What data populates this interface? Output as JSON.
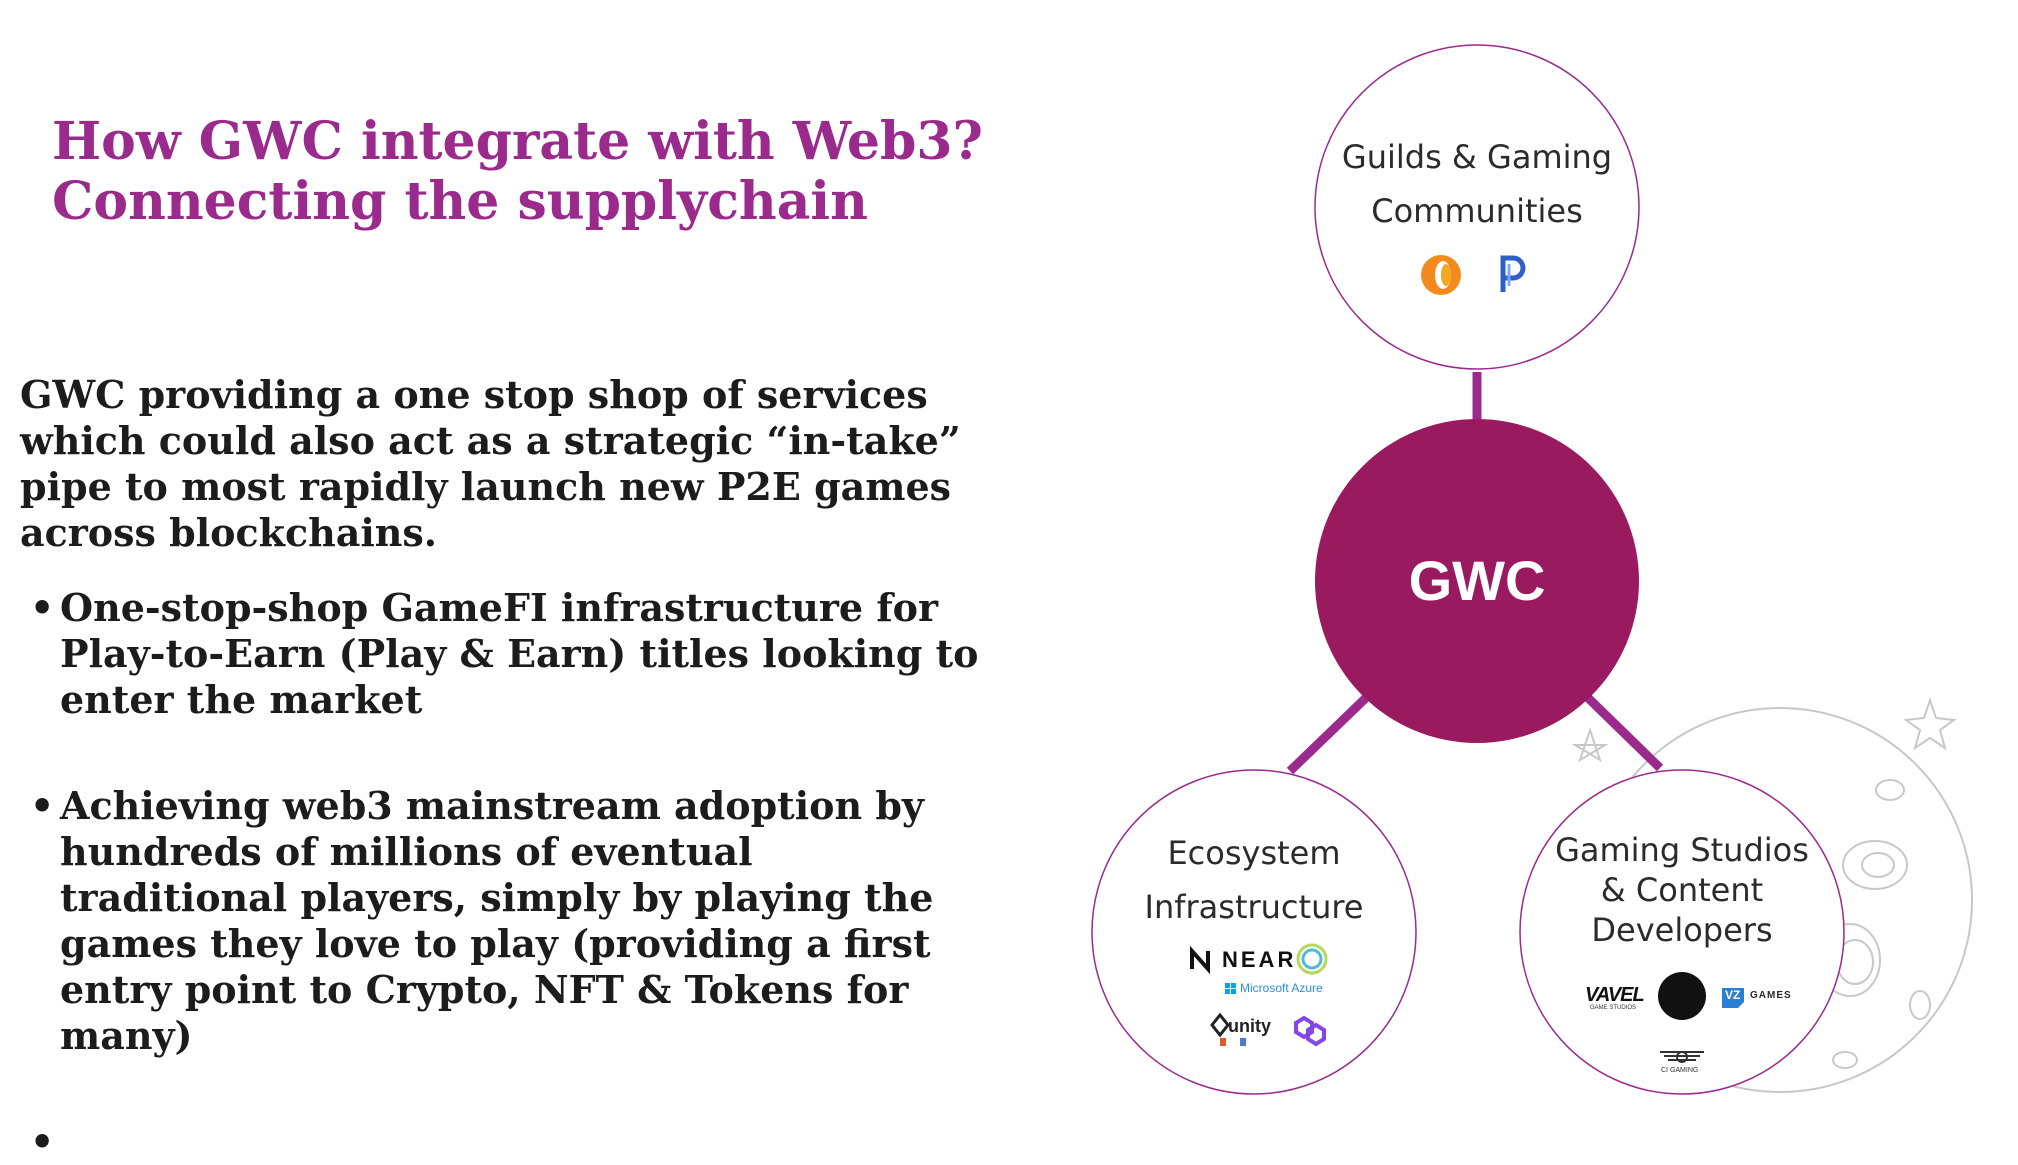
{
  "slide": {
    "title_line1": "How GWC integrate with Web3?",
    "title_line2": "Connecting the supplychain",
    "intro": "GWC providing a one stop shop of services which could also act as a strategic “in-take” pipe to most rapidly launch new P2E games across blockchains.",
    "bullets": [
      "One-stop-shop GameFI infrastructure for Play-to-Earn (Play & Earn) titles looking to enter the market",
      "Achieving web3 mainstream adoption by hundreds of millions of eventual traditional players, simply by playing the games they love to play (providing a first entry point to Crypto, NFT & Tokens for many)",
      ""
    ],
    "bullet_char": "•"
  },
  "diagram": {
    "center": {
      "label": "GWC",
      "color": "#9a1a5f"
    },
    "accent_color": "#9b2a8d",
    "nodes": {
      "top": {
        "line1": "Guilds & Gaming",
        "line2": "Communities",
        "logos": [
          "orange-guild-logo",
          "blue-p-logo"
        ]
      },
      "left": {
        "line1": "Ecosystem",
        "line2": "Infrastructure",
        "logos": [
          "NEAR",
          "Microsoft Azure",
          "unity",
          "polygon-logo",
          "celo-ring-logo"
        ]
      },
      "right": {
        "line1": "Gaming Studios",
        "line2": "& Content",
        "line3": "Developers",
        "logos": [
          "VAVEL",
          "AIR-BOTS",
          "GAMES",
          "CI GAMING"
        ]
      }
    },
    "logo_text": {
      "near": "NEAR",
      "azure": "Microsoft Azure",
      "unity": "unity",
      "vavel": "VAVEL",
      "vavel_sub": "GAME STUDIOS",
      "vz": "VZ",
      "games": "GAMES",
      "ci": "CI GAMING"
    }
  }
}
